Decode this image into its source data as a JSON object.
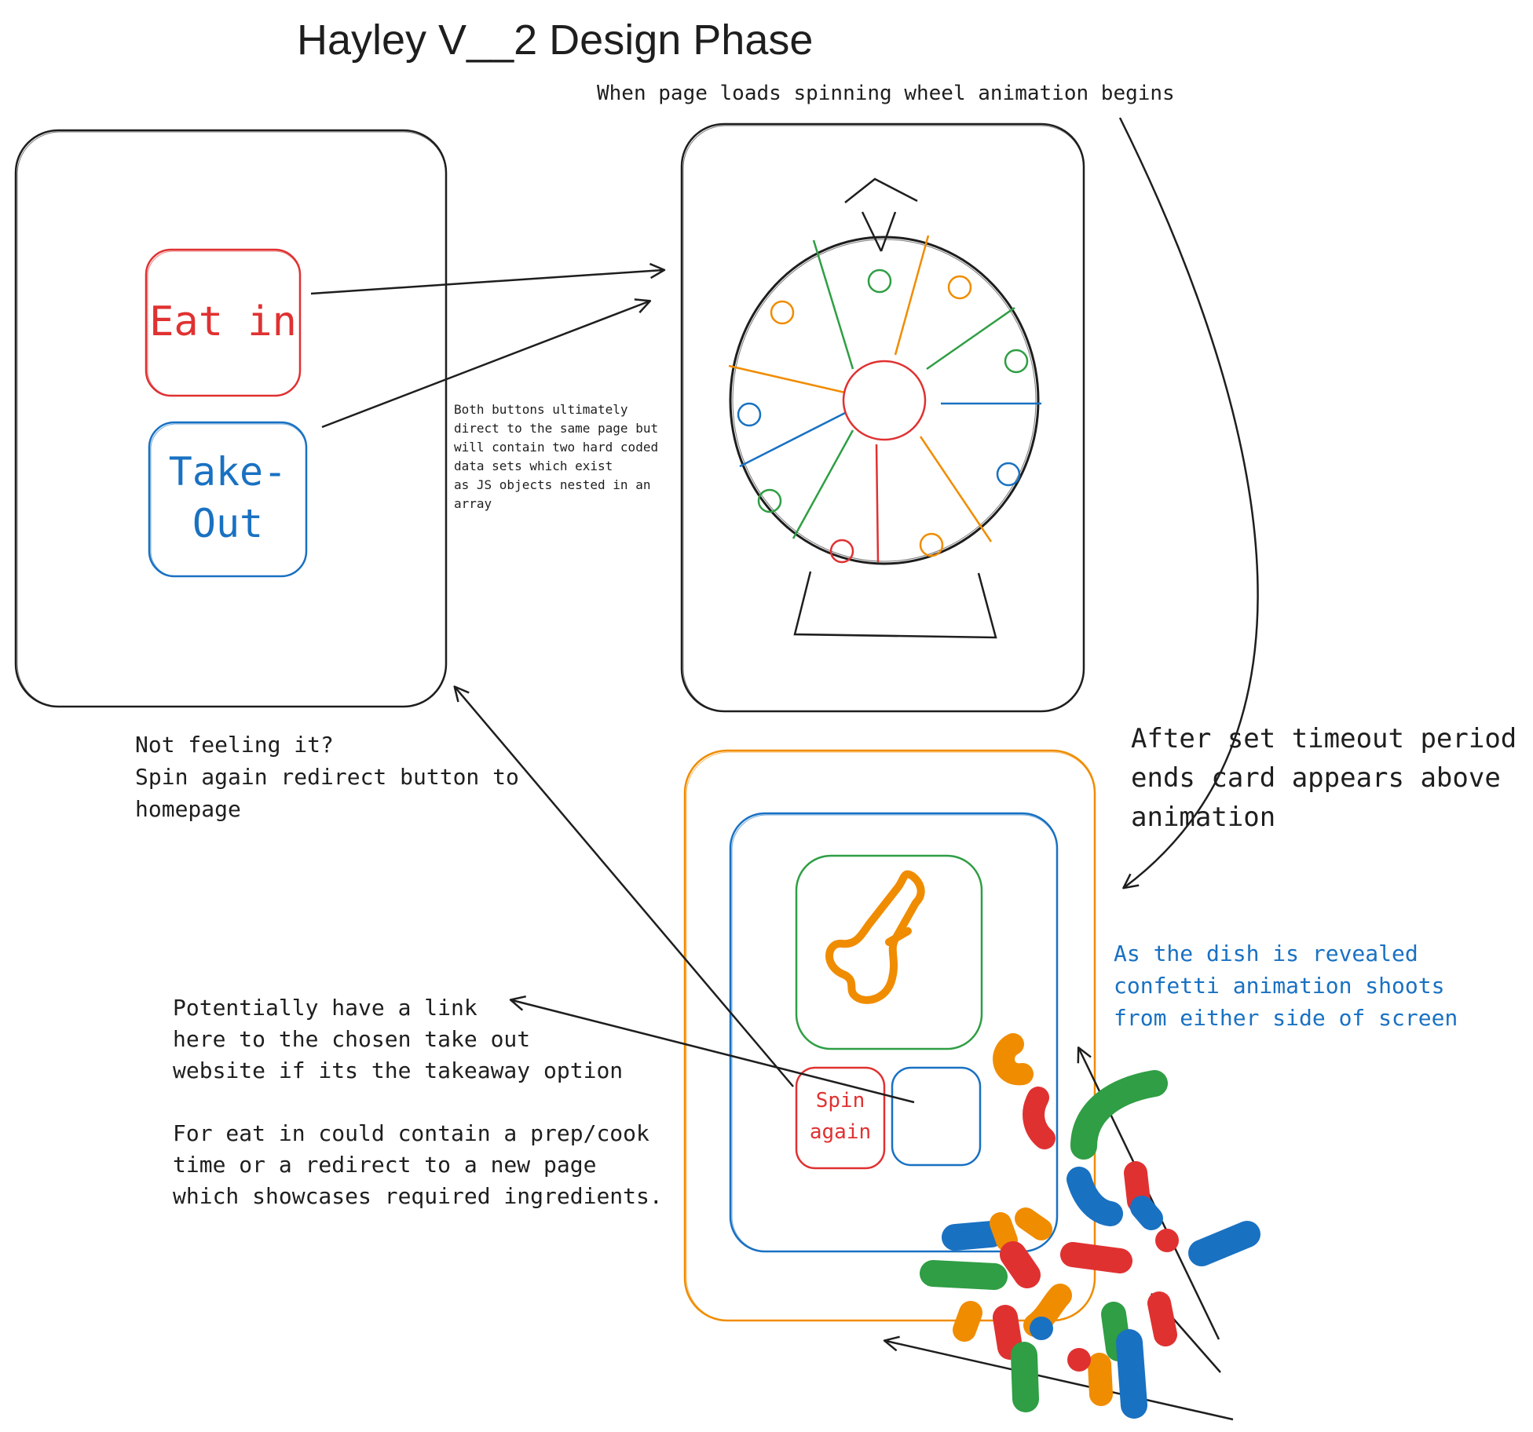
{
  "title": "Hayley V__2 Design Phase",
  "notes": {
    "page_load": "When page loads spinning wheel animation begins",
    "both_buttons": "Both buttons ultimately\ndirect to the same page but\nwill contain two hard coded\ndata sets which exist\nas JS objects nested in an\narray",
    "timeout": "After set timeout period\nends card appears above\nanimation",
    "confetti": "As the dish is revealed\nconfetti animation shoots\nfrom either side of screen",
    "spin_again": "Not feeling it?\nSpin again redirect button to\nhomepage",
    "link": "Potentially have a link\nhere to the chosen take out\nwebsite if its the takeaway option\n\nFor eat in could contain a prep/cook\ntime or a redirect to a new page\nwhich showcases required ingredients."
  },
  "home_card": {
    "eat_in_label": "Eat in",
    "take_out_label": "Take-\nOut"
  },
  "result_card": {
    "spin_again_label": "Spin\nagain",
    "dish_icon": "drumstick-icon"
  },
  "colors": {
    "ink": "#1e1e1e",
    "red": "#e03131",
    "blue": "#1971c2",
    "green": "#2f9e44",
    "orange": "#f08c00"
  }
}
